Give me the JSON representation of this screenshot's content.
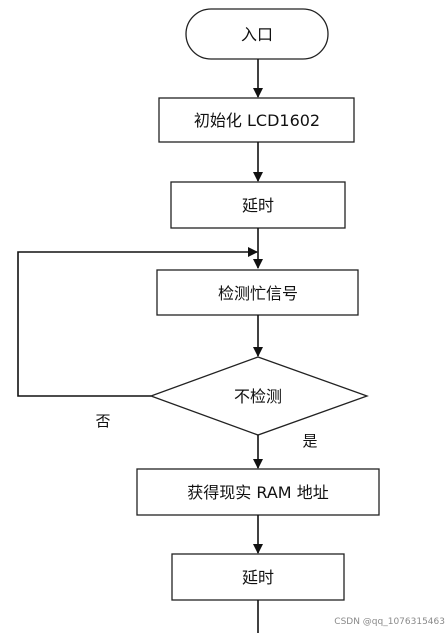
{
  "flowchart": {
    "nodes": {
      "start": "入口",
      "init": "初始化 LCD1602",
      "delay1": "延时",
      "check_busy": "检测忙信号",
      "decision": "不检测",
      "get_ram": "获得现实 RAM 地址",
      "delay2": "延时"
    },
    "edges": {
      "no_label": "否",
      "yes_label": "是"
    }
  },
  "watermark": "CSDN @qq_1076315463"
}
